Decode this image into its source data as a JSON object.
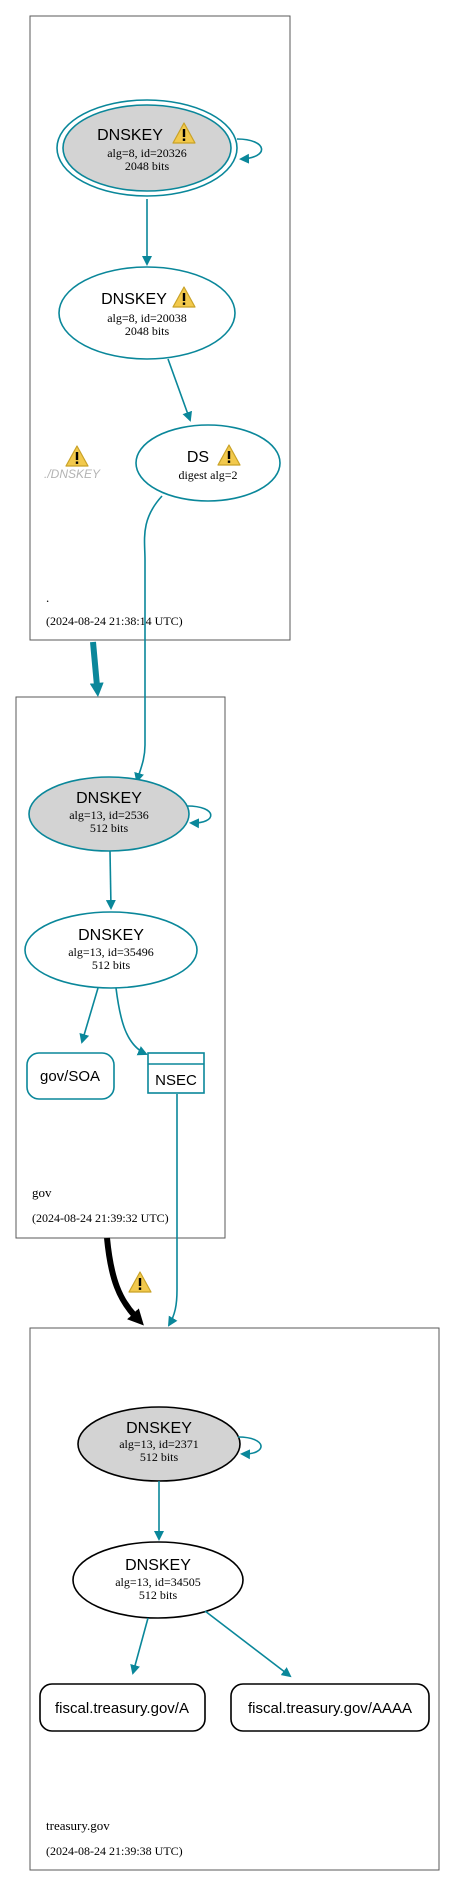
{
  "colors": {
    "teal": "#0a879a",
    "black": "#000000",
    "node_fill_gray": "#d3d3d3",
    "zone_border": "#5a5a5a",
    "warning_fill": "#f2c94c",
    "warning_stroke": "#c9a227",
    "ghost_text": "#b3b3b3"
  },
  "zones": {
    "root": {
      "name": ".",
      "timestamp": "(2024-08-24 21:38:14 UTC)",
      "ghost_label": "./DNSKEY",
      "nodes": {
        "ksk": {
          "title": "DNSKEY",
          "line1": "alg=8, id=20326",
          "line2": "2048 bits",
          "icon": "warning-icon"
        },
        "zsk": {
          "title": "DNSKEY",
          "line1": "alg=8, id=20038",
          "line2": "2048 bits",
          "icon": "warning-icon"
        },
        "ds": {
          "title": "DS",
          "line1": "digest alg=2",
          "icon": "warning-icon"
        }
      }
    },
    "gov": {
      "name": "gov",
      "timestamp": "(2024-08-24 21:39:32 UTC)",
      "nodes": {
        "ksk": {
          "title": "DNSKEY",
          "line1": "alg=13, id=2536",
          "line2": "512 bits"
        },
        "zsk": {
          "title": "DNSKEY",
          "line1": "alg=13, id=35496",
          "line2": "512 bits"
        },
        "soa": {
          "label": "gov/SOA"
        },
        "nsec": {
          "label": "NSEC"
        }
      }
    },
    "treasury": {
      "name": "treasury.gov",
      "timestamp": "(2024-08-24 21:39:38 UTC)",
      "nodes": {
        "ksk": {
          "title": "DNSKEY",
          "line1": "alg=13, id=2371",
          "line2": "512 bits"
        },
        "zsk": {
          "title": "DNSKEY",
          "line1": "alg=13, id=34505",
          "line2": "512 bits"
        },
        "rr_a": {
          "label": "fiscal.treasury.gov/A"
        },
        "rr_aaaa": {
          "label": "fiscal.treasury.gov/AAAA"
        }
      }
    }
  },
  "delegation_warning_icon": "warning-icon"
}
